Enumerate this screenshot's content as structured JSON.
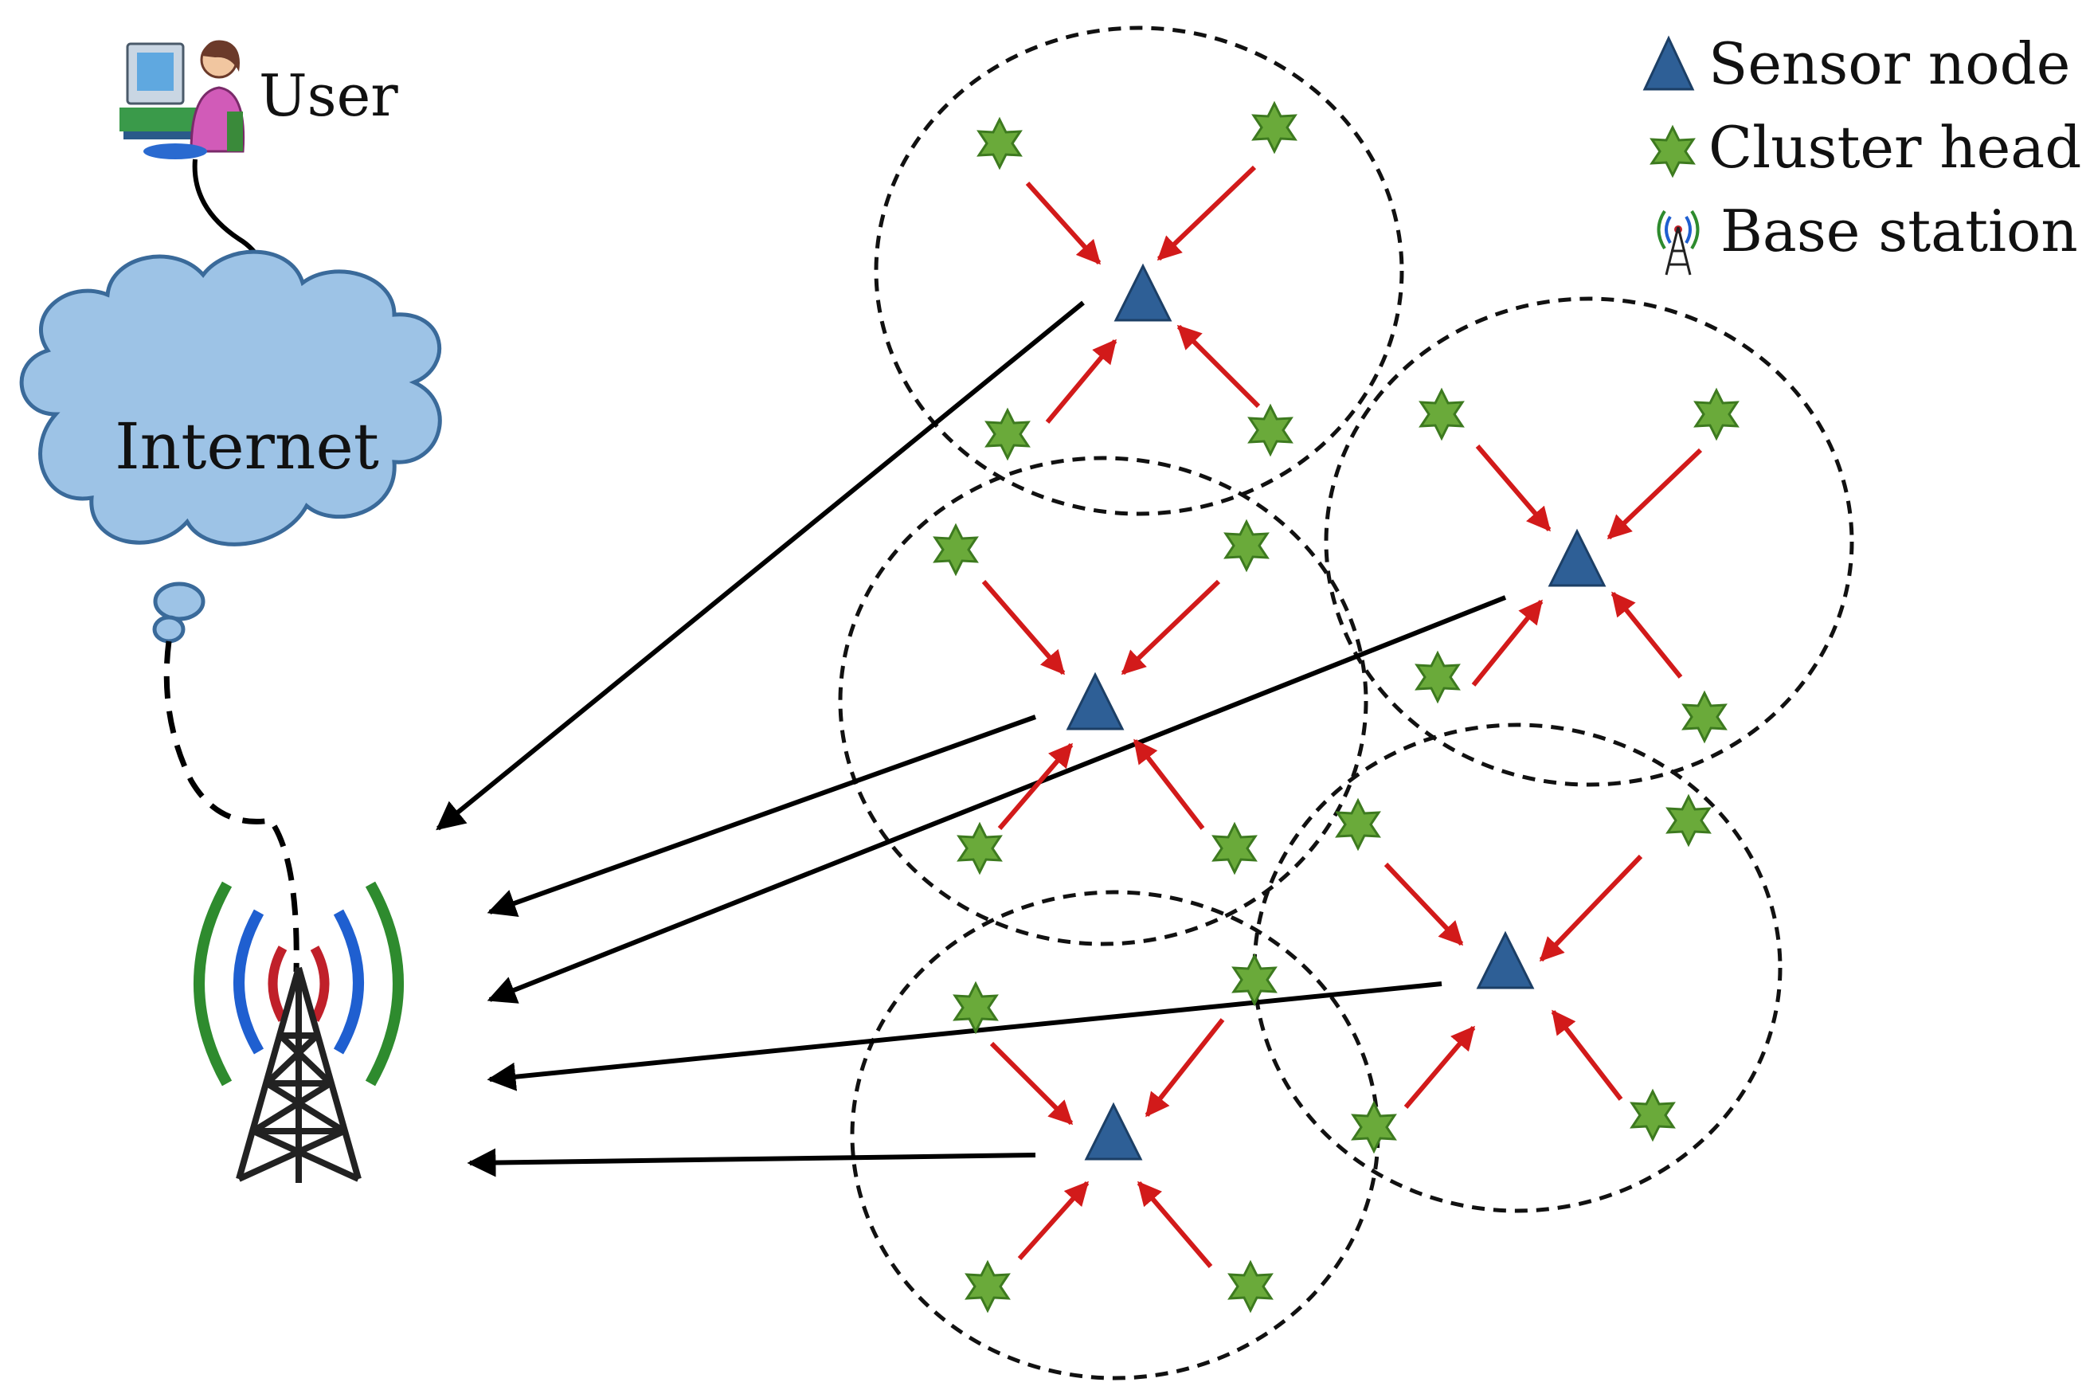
{
  "user": {
    "label": "User",
    "icon": "user-at-computer-icon"
  },
  "internet": {
    "label": "Internet",
    "icon": "cloud-icon",
    "color": "#9dc3e6"
  },
  "base_station": {
    "icon": "radio-tower-icon"
  },
  "legend": {
    "items": [
      {
        "label": "Sensor node",
        "icon": "triangle-icon",
        "color": "#2e5f96"
      },
      {
        "label": "Cluster head",
        "icon": "star-icon",
        "color": "#6aaa3a"
      },
      {
        "label": "Base station",
        "icon": "radio-tower-icon"
      }
    ]
  },
  "colors": {
    "member_link": "#d21a1a",
    "uplink": "#000000",
    "signal_outer": "#2e8b2e",
    "signal_middle": "#1f5fd0",
    "signal_inner": "#c0202a"
  },
  "clusters": [
    {
      "id": "cluster-1",
      "member_count": 4
    },
    {
      "id": "cluster-2",
      "member_count": 4
    },
    {
      "id": "cluster-3",
      "member_count": 4
    },
    {
      "id": "cluster-4",
      "member_count": 4
    },
    {
      "id": "cluster-5",
      "member_count": 4
    }
  ]
}
